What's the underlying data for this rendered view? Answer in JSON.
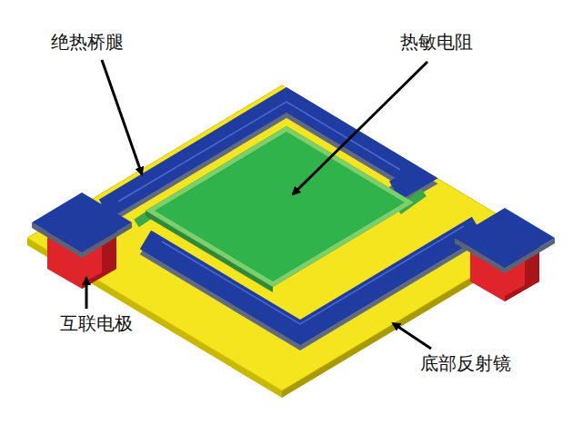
{
  "diagram": {
    "labels": [
      "绝热桥腿",
      "热敏电阻",
      "互联电极",
      "底部反射镜"
    ]
  }
}
